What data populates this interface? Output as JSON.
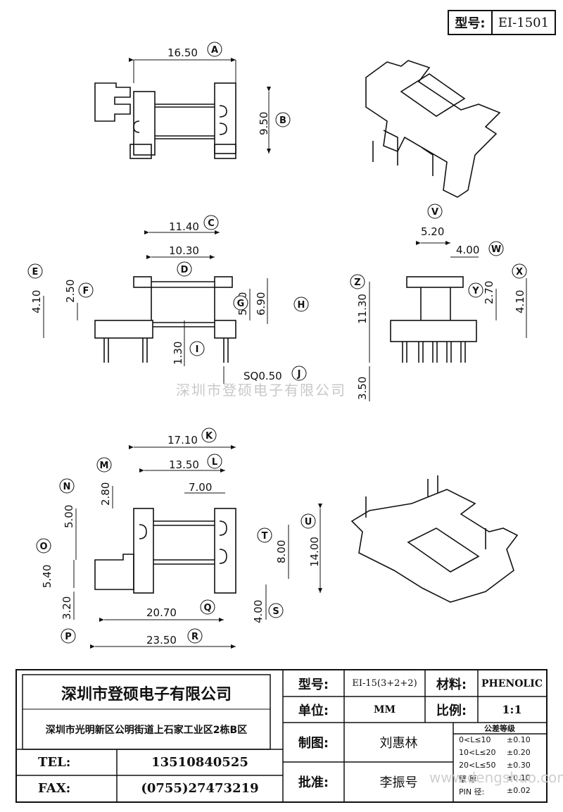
{
  "model": {
    "label": "型号:",
    "value": "EI-1501"
  },
  "watermark": "深圳市登硕电子有限公司",
  "watermark_url": "www.dengshuo.com",
  "dims": {
    "A": "16.50",
    "B": "9.50",
    "C": "11.40",
    "D": "10.30",
    "E": "4.10",
    "F": "2.50",
    "G": "5.00",
    "H": "6.90",
    "I": "1.30",
    "J": "SQ0.50",
    "V": "5.20",
    "W": "4.00",
    "X": "4.10",
    "Y": "2.70",
    "Z": "11.30",
    "Z2": "3.50",
    "K": "17.10",
    "L": "13.50",
    "M": "2.80",
    "N": "5.00",
    "O": "7.00",
    "T": "8.00",
    "U": "14.00",
    "O2": "5.40",
    "P": "3.20",
    "Q": "20.70",
    "S": "4.00",
    "R": "23.50"
  },
  "labels": {
    "A": "A",
    "B": "B",
    "C": "C",
    "D": "D",
    "E": "E",
    "F": "F",
    "G": "G",
    "H": "H",
    "I": "I",
    "J": "J",
    "V": "V",
    "W": "W",
    "X": "X",
    "Y": "Y",
    "Z": "Z",
    "K": "K",
    "L": "L",
    "M": "M",
    "N": "N",
    "O": "O",
    "T": "T",
    "U": "U",
    "P": "P",
    "Q": "Q",
    "S": "S",
    "R": "R"
  },
  "title_block": {
    "company": "深圳市登硕电子有限公司",
    "address": "深圳市光明新区公明街道上石家工业区2栋B区",
    "tel_label": "TEL:",
    "tel": "13510840525",
    "fax_label": "FAX:",
    "fax": "(0755)27473219",
    "model_label": "型号:",
    "model_value": "EI-15(3+2+2)",
    "material_label": "材料:",
    "material_value": "PHENOLIC",
    "unit_label": "单位:",
    "unit_value": "MM",
    "scale_label": "比例:",
    "scale_value": "1:1",
    "drawn_label": "制图:",
    "drawn_value": "刘惠林",
    "approved_label": "批准:",
    "approved_value": "李振号",
    "tolerance_title": "公差等级",
    "tolerances": [
      {
        "range": "0<L≤10",
        "value": "±0.10"
      },
      {
        "range": "10<L≤20",
        "value": "±0.20"
      },
      {
        "range": "20<L≤50",
        "value": "±0.30"
      },
      {
        "range": "壁 厚:",
        "value": "±0.10"
      },
      {
        "range": "PIN 径:",
        "value": "±0.02"
      }
    ]
  }
}
